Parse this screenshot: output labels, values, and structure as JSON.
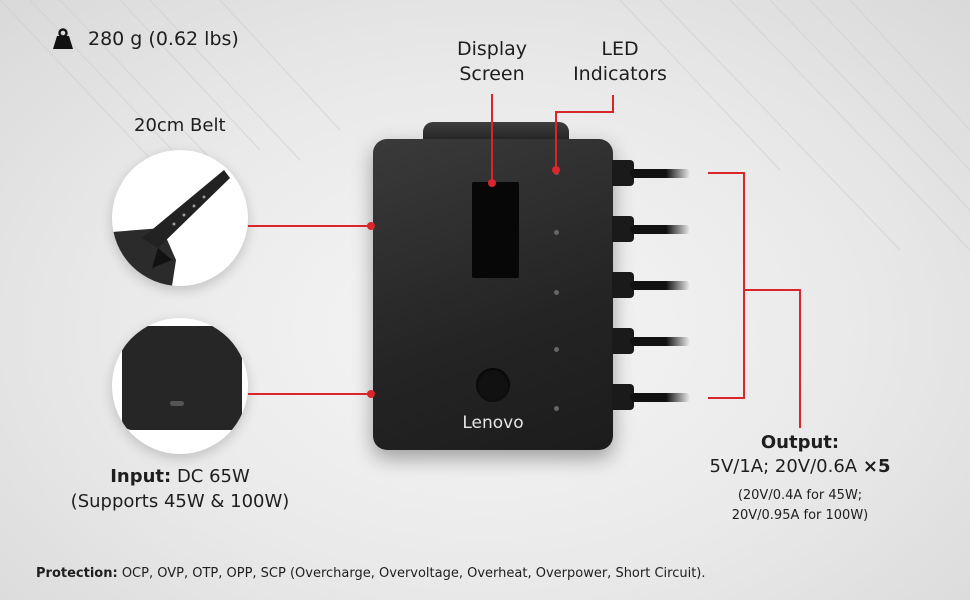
{
  "weight": {
    "icon": "weight-icon",
    "text": "280 g (0.62 lbs)"
  },
  "labels": {
    "display_screen": [
      "Display",
      "Screen"
    ],
    "led_indicators": [
      "LED",
      "Indicators"
    ],
    "belt": "20cm Belt"
  },
  "device": {
    "brand": "Lenovo",
    "port_count": 5,
    "led_count": 5
  },
  "input": {
    "label": "Input:",
    "value": "DC 65W",
    "note": "(Supports 45W & 100W)"
  },
  "output": {
    "label": "Output:",
    "value": "5V/1A; 20V/0.6A",
    "multiplier": "×5",
    "note_line1": "(20V/0.4A for 45W;",
    "note_line2": "20V/0.95A for 100W)"
  },
  "protection": {
    "label": "Protection:",
    "text": "OCP, OVP, OTP, OPP, SCP (Overcharge, Overvoltage, Overheat, Overpower, Short Circuit)."
  },
  "colors": {
    "callout": "#d9262c",
    "device": "#2a2a2a",
    "background": "#ececec"
  }
}
